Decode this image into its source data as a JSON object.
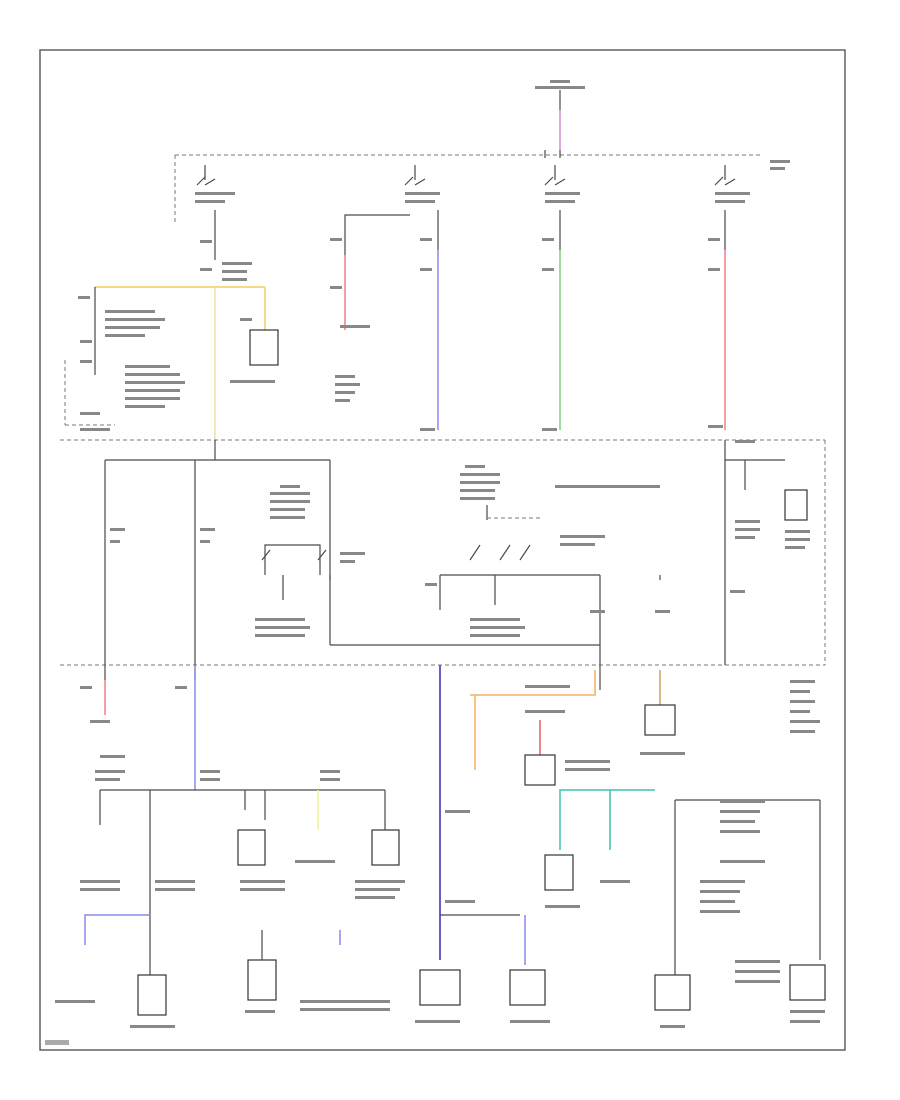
{
  "wire_colors": {
    "yellow": "#f3d98a",
    "pink": "#f08080",
    "blue": "#8888ee",
    "green": "#80d080",
    "orange": "#f0b060",
    "teal": "#40c0b0",
    "violet": "#6a5acd",
    "light_yellow": "#f0f090",
    "red": "#e06060",
    "tan": "#d0a060"
  },
  "components": {
    "top_center": "fuse-box-top",
    "ignition_switch": "switch-bank",
    "fuse_relay_panel": "central-fuse-panel",
    "ground": "ground-symbol"
  }
}
